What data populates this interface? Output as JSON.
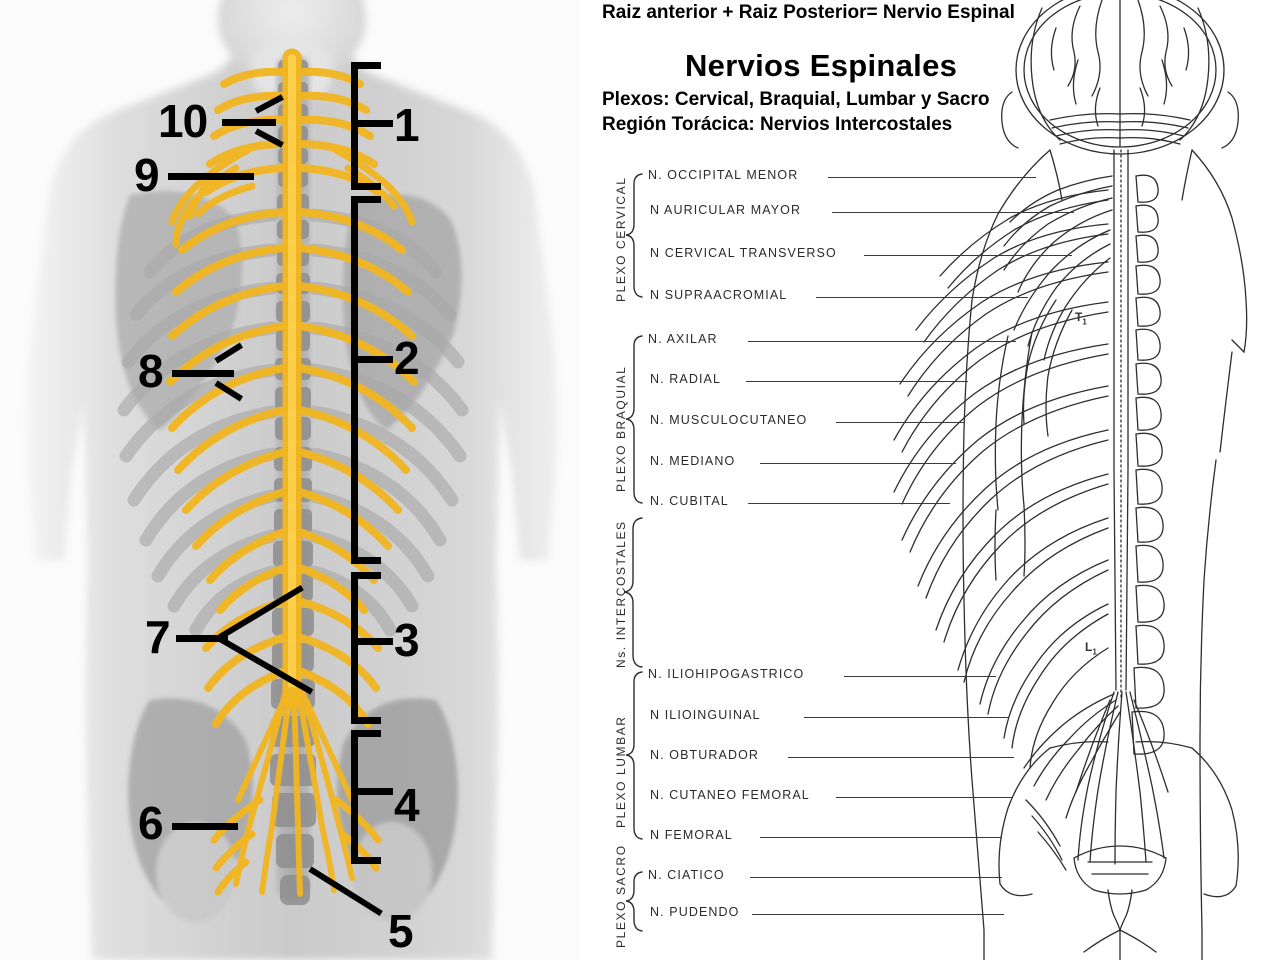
{
  "left_panel": {
    "title": "spinal-cord-regions-photo",
    "accent_color": "#F2B318",
    "callouts": [
      {
        "id": "1",
        "label": "1"
      },
      {
        "id": "2",
        "label": "2"
      },
      {
        "id": "3",
        "label": "3"
      },
      {
        "id": "4",
        "label": "4"
      },
      {
        "id": "5",
        "label": "5"
      },
      {
        "id": "6",
        "label": "6"
      },
      {
        "id": "7",
        "label": "7"
      },
      {
        "id": "8",
        "label": "8"
      },
      {
        "id": "9",
        "label": "9"
      },
      {
        "id": "10",
        "label": "10"
      }
    ]
  },
  "right_panel": {
    "header": {
      "line1": "Raiz anterior + Raiz Posterior= Nervio Espinal",
      "title": "Nervios Espinales",
      "line3": "Plexos: Cervical, Braquial, Lumbar y Sacro",
      "line4": "Región Torácica: Nervios Intercostales"
    },
    "vertebral_levels": [
      {
        "label": "T",
        "sub": "1"
      },
      {
        "label": "L",
        "sub": "1"
      }
    ],
    "groups": [
      {
        "name": "PLEXO CERVICAL",
        "nerves": [
          {
            "label": "N. OCCIPITAL  MENOR"
          },
          {
            "label": "N  AURICULAR  MAYOR"
          },
          {
            "label": "N  CERVICAL  TRANSVERSO"
          },
          {
            "label": "N  SUPRAACROMIAL"
          }
        ]
      },
      {
        "name": "PLEXO BRAQUIAL",
        "nerves": [
          {
            "label": "N. AXILAR"
          },
          {
            "label": "N. RADIAL"
          },
          {
            "label": "N. MUSCULOCUTANEO"
          },
          {
            "label": "N. MEDIANO"
          },
          {
            "label": "N. CUBITAL"
          }
        ]
      },
      {
        "name": "Ns. INTERCOSTALES",
        "nerves": []
      },
      {
        "name": "PLEXO LUMBAR",
        "nerves": [
          {
            "label": "N. ILIOHIPOGASTRICO"
          },
          {
            "label": "N  ILIOINGUINAL"
          },
          {
            "label": "N. OBTURADOR"
          },
          {
            "label": "N. CUTANEO  FEMORAL"
          },
          {
            "label": "N  FEMORAL"
          }
        ]
      },
      {
        "name": "PLEXO SACRO",
        "nerves": [
          {
            "label": "N. CIATICO"
          },
          {
            "label": "N. PUDENDO"
          }
        ]
      }
    ]
  }
}
